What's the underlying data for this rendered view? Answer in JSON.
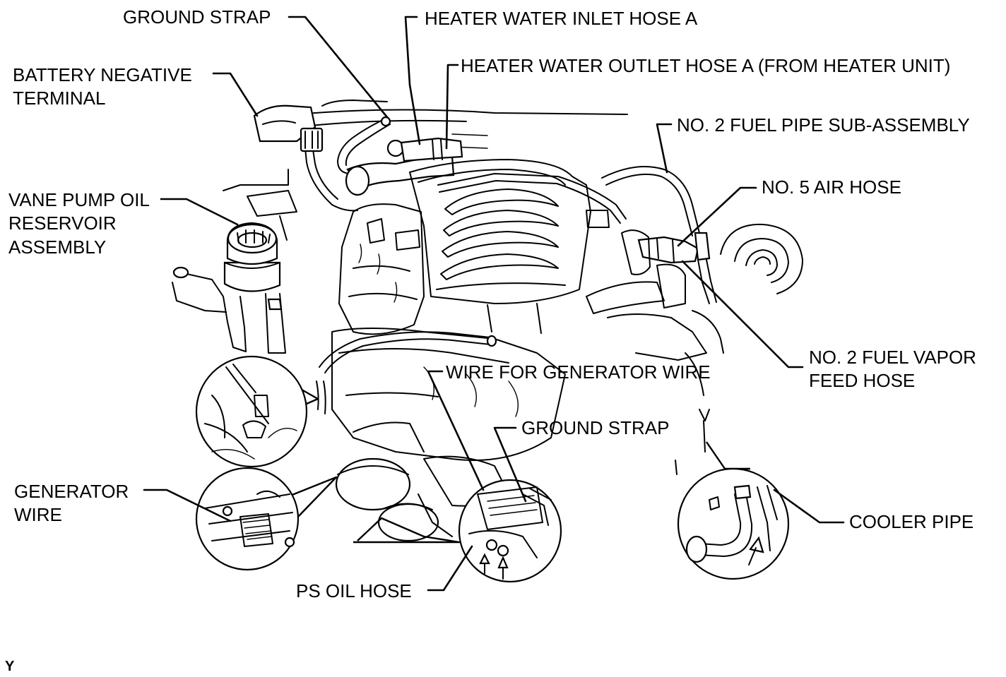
{
  "labels": {
    "ground_strap_top": "GROUND STRAP",
    "heater_water_inlet_hose_a": "HEATER WATER INLET HOSE A",
    "heater_water_outlet_hose_a": "HEATER WATER OUTLET HOSE A (FROM HEATER UNIT)",
    "battery_negative_terminal_line1": "BATTERY NEGATIVE",
    "battery_negative_terminal_line2": "TERMINAL",
    "no2_fuel_pipe_sub_assembly": "NO. 2 FUEL PIPE SUB-ASSEMBLY",
    "no5_air_hose": "NO. 5 AIR HOSE",
    "vane_pump_line1": "VANE PUMP OIL",
    "vane_pump_line2": "RESERVOIR",
    "vane_pump_line3": "ASSEMBLY",
    "no2_fuel_vapor_line1": "NO. 2 FUEL VAPOR",
    "no2_fuel_vapor_line2": "FEED HOSE",
    "wire_for_generator_wire": "WIRE FOR GENERATOR WIRE",
    "ground_strap_bottom": "GROUND STRAP",
    "generator_wire_line1": "GENERATOR",
    "generator_wire_line2": "WIRE",
    "cooler_pipe": "COOLER PIPE",
    "ps_oil_hose": "PS OIL HOSE"
  },
  "corner_mark": "Y"
}
